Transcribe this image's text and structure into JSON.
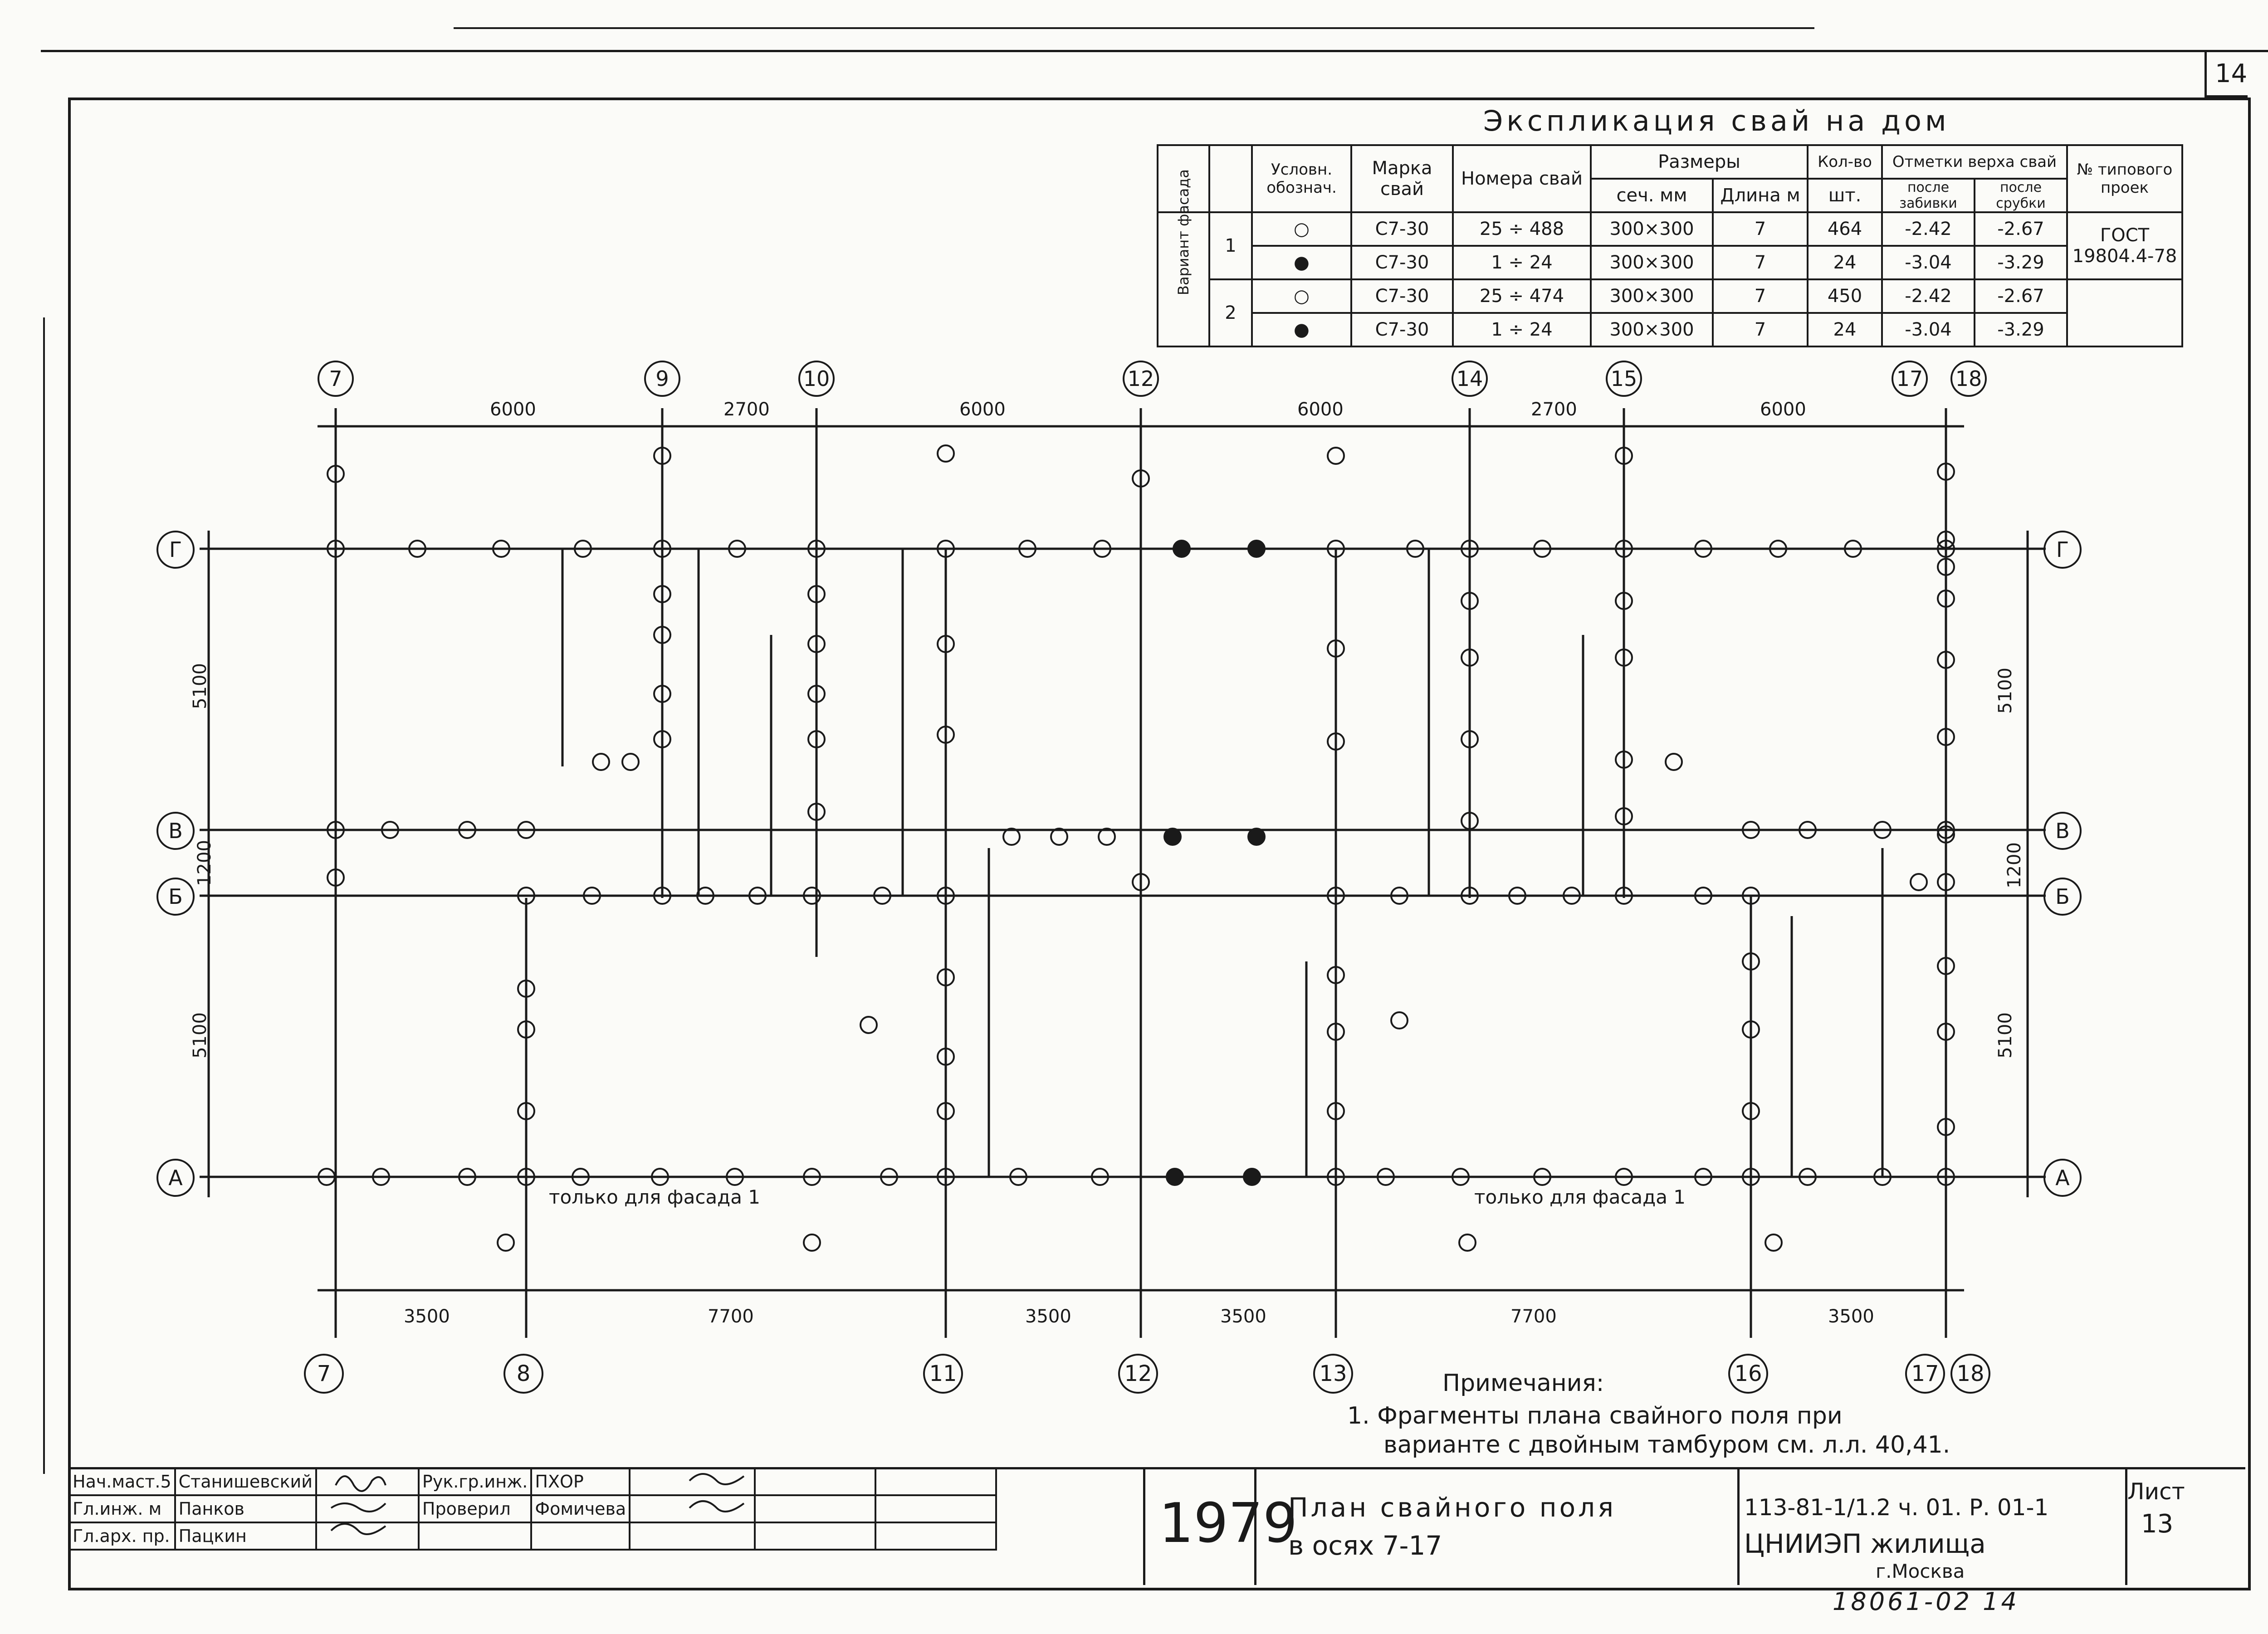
{
  "sheet_number_top": "14",
  "explication": {
    "title": "Экспликация свай на дом",
    "headers": {
      "cond": "Условн. обознач.",
      "mark": "Марка свай",
      "numbers": "Номера свай",
      "sizes": "Размеры",
      "section": "сеч. мм",
      "length": "Длина м",
      "qty": "Кол-во",
      "qty_unit": "шт.",
      "elev": "Отметки верха свай",
      "after_driving": "после забивки",
      "after_cutting": "после срубки",
      "project": "№ типового проек"
    },
    "variant_label": "Вариант фасада",
    "variants": [
      "1",
      "2"
    ],
    "rows": [
      {
        "symbol": "○",
        "mark": "С7-30",
        "numbers": "25 ÷ 488",
        "section": "300×300",
        "length": "7",
        "qty": "464",
        "after_driving": "-2.42",
        "after_cutting": "-2.67"
      },
      {
        "symbol": "●",
        "mark": "С7-30",
        "numbers": "1 ÷ 24",
        "section": "300×300",
        "length": "7",
        "qty": "24",
        "after_driving": "-3.04",
        "after_cutting": "-3.29"
      },
      {
        "symbol": "○",
        "mark": "С7-30",
        "numbers": "25 ÷ 474",
        "section": "300×300",
        "length": "7",
        "qty": "450",
        "after_driving": "-2.42",
        "after_cutting": "-2.67"
      },
      {
        "symbol": "●",
        "mark": "С7-30",
        "numbers": "1 ÷ 24",
        "section": "300×300",
        "length": "7",
        "qty": "24",
        "after_driving": "-3.04",
        "after_cutting": "-3.29"
      }
    ],
    "gost": "ГОСТ 19804.4-78"
  },
  "axes_numbers_top": [
    "7",
    "9",
    "10",
    "12",
    "14",
    "15",
    "17",
    "18"
  ],
  "axes_numbers_bottom": [
    "7",
    "8",
    "11",
    "12",
    "13",
    "16",
    "17",
    "18"
  ],
  "axes_letters": [
    "Г",
    "В",
    "Б",
    "А"
  ],
  "dims_top": [
    "6000",
    "2700",
    "6000",
    "6000",
    "2700",
    "6000"
  ],
  "dims_bottom": [
    "3500",
    "7700",
    "3500",
    "3500",
    "7700",
    "3500"
  ],
  "dims_left": [
    "5100",
    "1200",
    "5100"
  ],
  "dims_right": [
    "5100",
    "1200",
    "5100"
  ],
  "notes": {
    "title": "Примечания:",
    "line1": "1. Фрагменты плана свайного поля при",
    "line2": "варианте с двойным тамбуром см. л.л. 40,41."
  },
  "facade_note": "только для фасада 1",
  "title_block": {
    "roles": [
      "Нач.маст.5",
      "Гл.инж. м",
      "Гл.арх. пр.",
      "Рук.гр.инж.",
      "Проверил"
    ],
    "names": [
      "Станишевский",
      "Панков",
      "Пацкин",
      "ПХОР",
      "Фомичева"
    ],
    "year": "1979",
    "drawing_title_1": "План свайного поля",
    "drawing_title_2": "в осях 7-17",
    "code": "113-81-1/1.2 ч. 01. Р. 01-1",
    "org": "ЦНИИЭП жилища",
    "city": "г.Москва",
    "sheet_label": "Лист",
    "sheet_number": "13"
  },
  "footer_note": "18061-02 14"
}
